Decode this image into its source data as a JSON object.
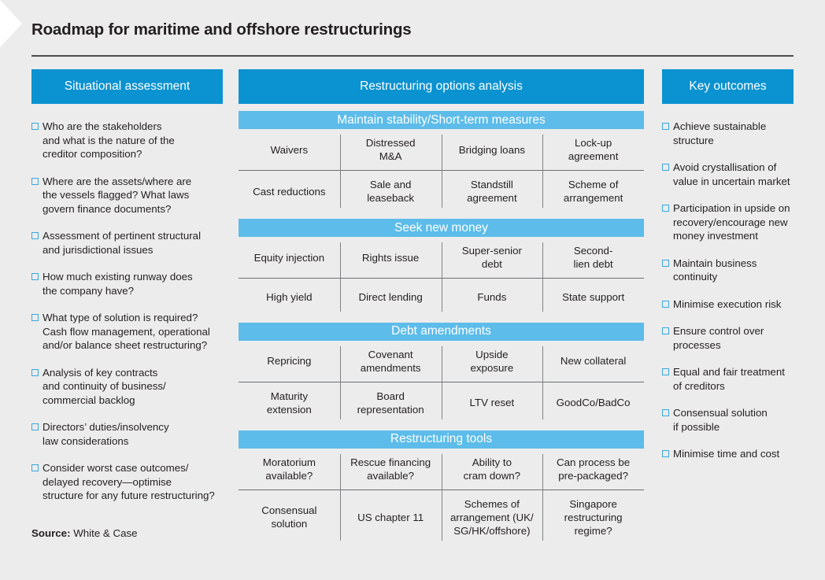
{
  "colors": {
    "background": "#ececec",
    "bar_main": "#0b92d0",
    "bar_sub": "#5dbce9",
    "bullet_square": "#3aa7dd",
    "rule": "#4d4d4d",
    "text": "#231f20"
  },
  "header": {
    "title": "Roadmap for maritime and offshore restructurings"
  },
  "left_column": {
    "heading": "Situational assessment",
    "bullets": [
      "Who are the stakeholders\nand what is the nature of the\ncreditor composition?",
      "Where are the assets/where are\nthe vessels flagged? What laws\ngovern finance documents?",
      "Assessment of pertinent structural\nand jurisdictional issues",
      "How much existing runway does\nthe company have?",
      "What type of solution is required?\nCash flow management, operational\nand/or balance sheet restructuring?",
      "Analysis of key contracts\nand continuity of business/\ncommercial backlog",
      "Directors’ duties/insolvency\nlaw considerations",
      "Consider worst case outcomes/\ndelayed recovery—optimise\nstructure for any future restructuring?"
    ]
  },
  "center_column": {
    "heading": "Restructuring options analysis",
    "sections": [
      {
        "heading": "Maintain stability/Short-term measures",
        "rows": [
          [
            "Waivers",
            "Distressed\nM&A",
            "Bridging loans",
            "Lock-up\nagreement"
          ],
          [
            "Cast reductions",
            "Sale and\nleaseback",
            "Standstill\nagreement",
            "Scheme of\narrangement"
          ]
        ]
      },
      {
        "heading": "Seek new money",
        "rows": [
          [
            "Equity injection",
            "Rights issue",
            "Super-senior\ndebt",
            "Second-\nlien debt"
          ],
          [
            "High yield",
            "Direct lending",
            "Funds",
            "State support"
          ]
        ]
      },
      {
        "heading": "Debt amendments",
        "rows": [
          [
            "Repricing",
            "Covenant\namendments",
            "Upside\nexposure",
            "New collateral"
          ],
          [
            "Maturity\nextension",
            "Board\nrepresentation",
            "LTV reset",
            "GoodCo/BadCo"
          ]
        ]
      },
      {
        "heading": "Restructuring tools",
        "rows": [
          [
            "Moratorium\navailable?",
            "Rescue financing\navailable?",
            "Ability to\ncram down?",
            "Can process be\npre-packaged?"
          ],
          [
            "Consensual\nsolution",
            "US chapter 11",
            "Schemes of\narrangement (UK/\nSG/HK/offshore)",
            "Singapore\nrestructuring\nregime?"
          ]
        ]
      }
    ]
  },
  "right_column": {
    "heading": "Key outcomes",
    "bullets": [
      "Achieve sustainable\nstructure",
      "Avoid crystallisation of\nvalue in uncertain market",
      "Participation in upside on\nrecovery/encourage new\nmoney investment",
      "Maintain business\ncontinuity",
      "Minimise execution risk",
      "Ensure control over\nprocesses",
      "Equal and fair treatment\nof creditors",
      "Consensual solution\nif possible",
      "Minimise time and cost"
    ]
  },
  "footer": {
    "source_label": "Source:",
    "source_value": "White & Case"
  }
}
